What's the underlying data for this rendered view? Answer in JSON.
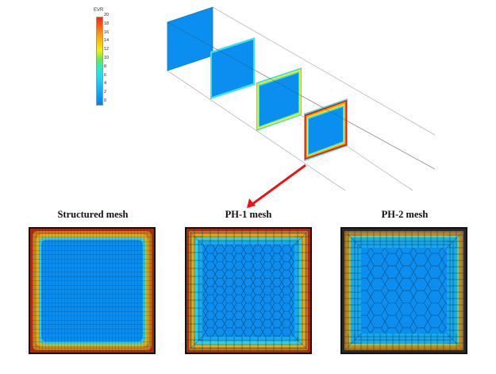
{
  "legend": {
    "title": "EVR",
    "ticks": [
      "20",
      "18",
      "16",
      "14",
      "12",
      "10",
      "8",
      "6",
      "4",
      "2",
      "0"
    ],
    "colors": {
      "low": "#0a7df0",
      "mid": "#ecef1a",
      "high": "#e0301a"
    }
  },
  "schematic": {
    "description": "Four cross-section planes along a duct showing EVR contours",
    "planes": 4,
    "arrow_color": "#ee1111"
  },
  "meshes": [
    {
      "title": "Structured mesh",
      "type": "structured"
    },
    {
      "title": "PH-1 mesh",
      "type": "polyhedral-1"
    },
    {
      "title": "PH-2 mesh",
      "type": "polyhedral-2"
    }
  ],
  "colors": {
    "core": "#0a8ff0",
    "wall_inner": "#28d0e8",
    "wall_mid": "#e8c020",
    "wall_outer": "#c04010",
    "edge": "#111111"
  }
}
